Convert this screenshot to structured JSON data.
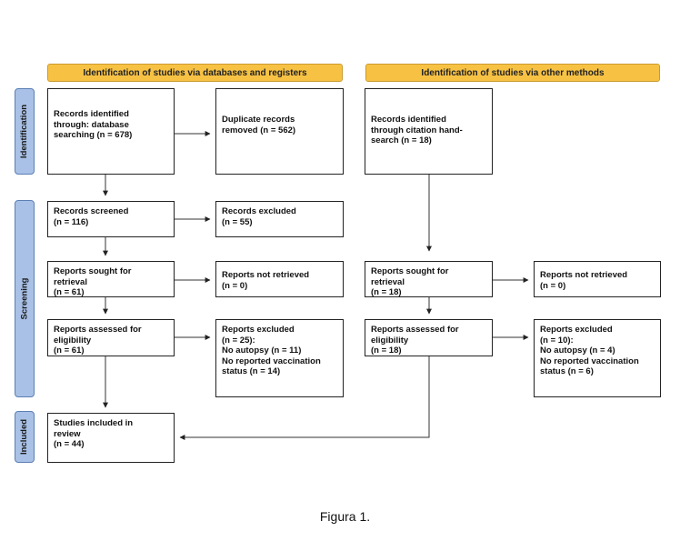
{
  "headers": {
    "databases": "Identification of studies via databases and registers",
    "other": "Identification of studies via other methods"
  },
  "phases": {
    "identification": "Identification",
    "screening": "Screening",
    "included": "Included"
  },
  "boxes": {
    "records_identified_db": "Records identified\nthrough: database\nsearching (n = 678)",
    "duplicates_removed": "Duplicate records\nremoved (n = 562)",
    "records_identified_other": "Records identified\nthrough citation hand-\nsearch (n = 18)",
    "records_screened": "Records screened\n(n = 116)",
    "records_excluded": "Records excluded\n(n = 55)",
    "reports_sought_db": "Reports sought for\nretrieval\n(n = 61)",
    "reports_not_retrieved_db": "Reports not retrieved\n(n = 0)",
    "reports_sought_other": "Reports sought for\nretrieval\n(n = 18)",
    "reports_not_retrieved_other": "Reports not retrieved\n(n = 0)",
    "reports_assessed_db": "Reports assessed for\neligibility\n(n = 61)",
    "reports_excluded_db": "Reports excluded\n(n = 25):\nNo autopsy (n = 11)\nNo reported vaccination\nstatus (n = 14)",
    "reports_assessed_other": "Reports assessed for\neligibility\n(n = 18)",
    "reports_excluded_other": "Reports excluded\n(n = 10):\nNo autopsy (n = 4)\nNo reported vaccination\nstatus (n = 6)",
    "studies_included": "Studies included in\nreview\n(n = 44)"
  },
  "caption": "Figura 1.",
  "colors": {
    "header_fill": "#f7c244",
    "phase_fill": "#a9c1e6"
  }
}
